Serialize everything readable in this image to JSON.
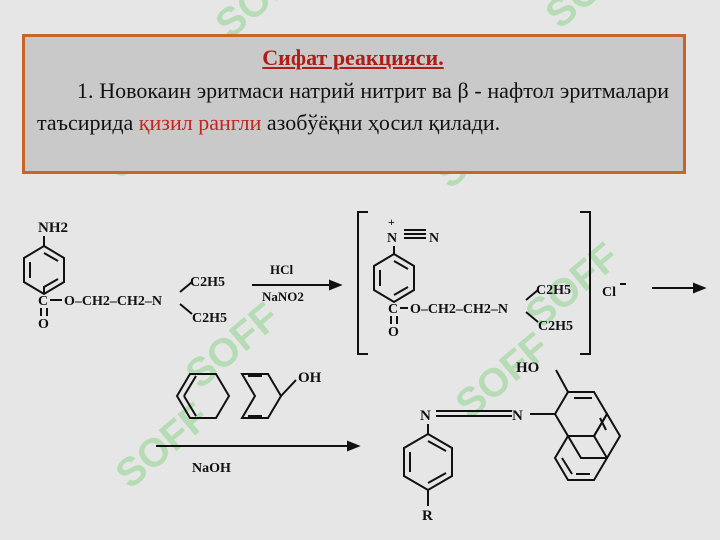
{
  "box": {
    "title": "Сифат реакцияси.",
    "line1": "1. Новокаин эритмаси натрий нитрит ва  β - нафтол",
    "line2_a": "эритмалари таъсирида ",
    "line2_red": "қизил рангли",
    "line2_b": " азобўёқни ҳосил",
    "line3": "қилади."
  },
  "scheme": {
    "nh2": "NH2",
    "c": "C",
    "o_dbl": "O",
    "chain": "O–CH2–CH2–N",
    "c2h5_top": "C2H5",
    "c2h5_bot": "C2H5",
    "reagent1": "HCl",
    "reagent2": "NaNO2",
    "diazo_n_plus": "N",
    "diazo_n": "N",
    "cl_minus": "Cl",
    "oh": "OH",
    "naoh": "NaOH",
    "ho": "HO",
    "azo_n1": "N",
    "azo_n2": "N",
    "r": "R"
  },
  "watermark": "SOFF"
}
